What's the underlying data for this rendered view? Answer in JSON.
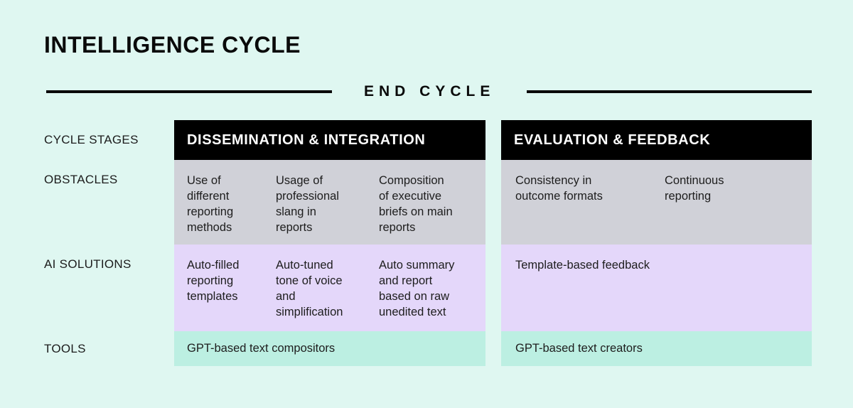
{
  "title": "INTELLIGENCE CYCLE",
  "divider": {
    "label": "END CYCLE"
  },
  "row_labels": {
    "stages": "CYCLE STAGES",
    "obstacles": "OBSTACLES",
    "solutions": "AI SOLUTIONS",
    "tools": "TOOLS"
  },
  "stages": [
    {
      "header": "DISSEMINATION & INTEGRATION",
      "obstacles": [
        "Use of different reporting methods",
        "Usage of professional slang in reports",
        "Composition of executive briefs on main reports"
      ],
      "ai_solutions": [
        "Auto-filled reporting templates",
        "Auto-tuned tone of voice and simplification",
        "Auto summary and report based on raw unedited text"
      ],
      "tools": "GPT-based text compositors"
    },
    {
      "header": "EVALUATION & FEEDBACK",
      "obstacles": [
        "Consistency in outcome formats",
        "Continuous reporting"
      ],
      "ai_solutions": [
        "Template-based feedback"
      ],
      "tools": "GPT-based text creators"
    }
  ],
  "colors": {
    "background": "#dff7f1",
    "stage_header_bg": "#000000",
    "stage_header_text": "#ffffff",
    "obstacles_row_bg": "#d0d1d8",
    "solutions_row_bg": "#e4d7fa",
    "tools_row_bg": "#bcefe2",
    "text": "#1d1d1d"
  }
}
